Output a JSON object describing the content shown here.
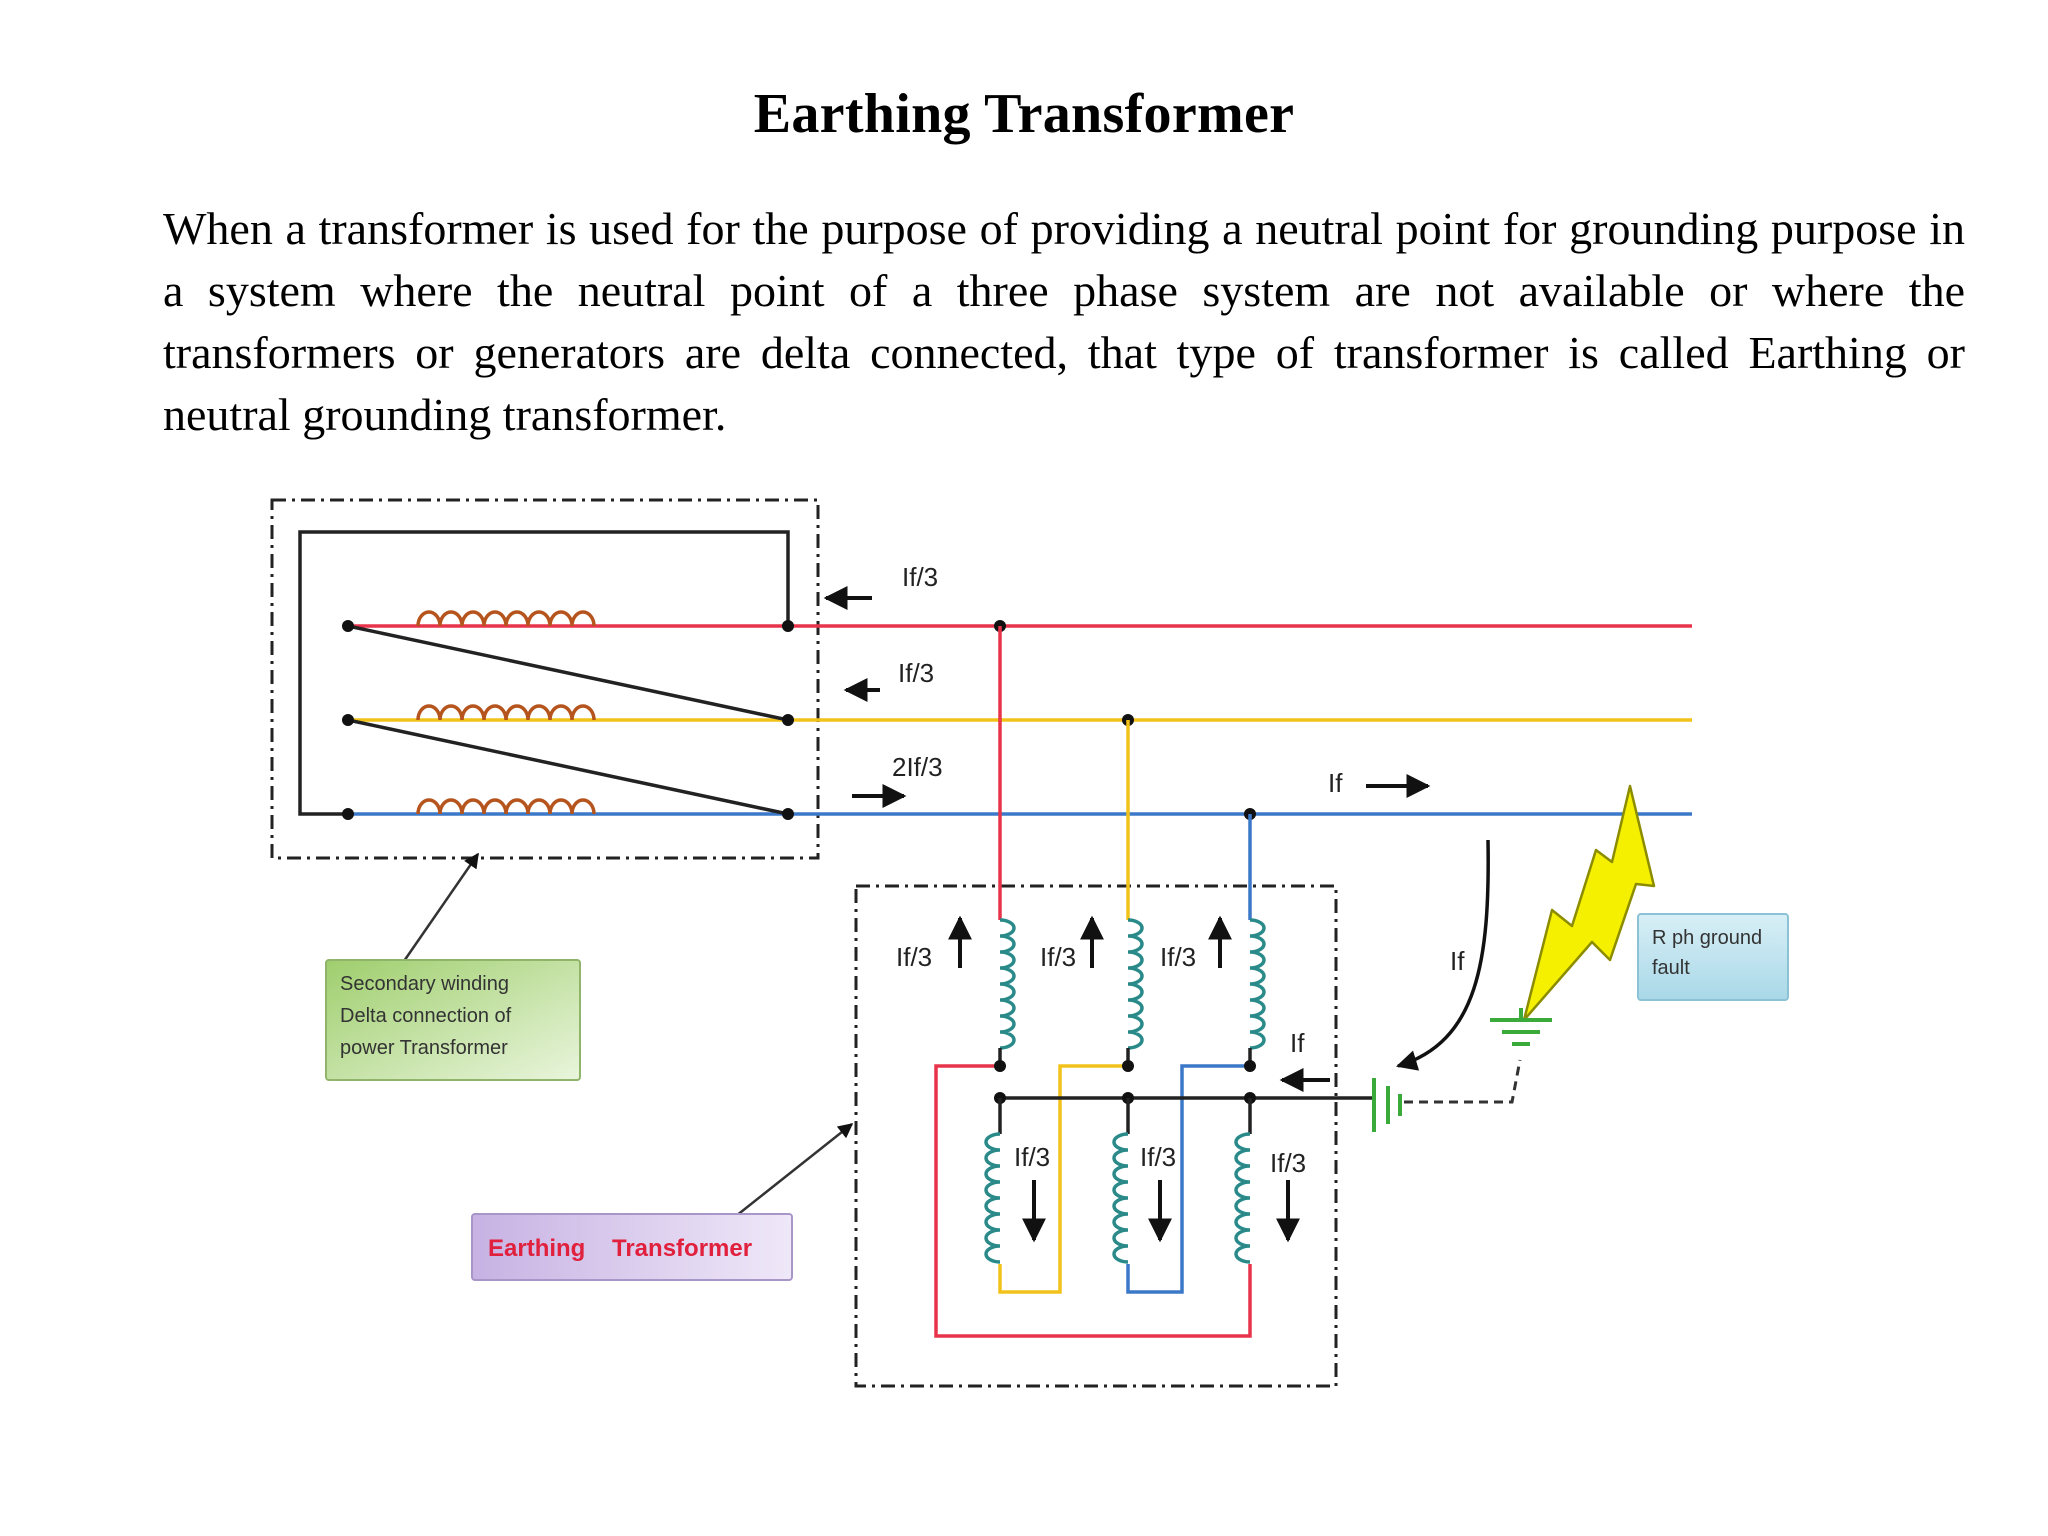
{
  "page": {
    "title": "Earthing Transformer",
    "paragraph": "When a transformer is used for the purpose of providing a neutral point for grounding purpose in a system where the neutral point of a three phase system are not available or where the transformers or generators are delta connected, that type of transformer is called Earthing or neutral grounding transformer."
  },
  "diagram": {
    "labels": {
      "i_red": "If/3",
      "i_yellow": "If/3",
      "i_blue": "2If/3",
      "i_fault_line": "If",
      "et_up_red": "If/3",
      "et_up_yellow": "If/3",
      "et_up_blue": "If/3",
      "et_down_1": "If/3",
      "et_down_2": "If/3",
      "et_down_3": "If/3",
      "i_neutral": "If",
      "i_ground_return": "If"
    },
    "callouts": {
      "secondary_winding": [
        "Secondary  winding",
        "Delta connection of",
        "power Transformer"
      ],
      "earthing_transformer": "Earthing    Transformer",
      "fault": [
        "R ph ground",
        "fault"
      ]
    },
    "colors": {
      "red_phase": "#e8344a",
      "yellow_phase": "#f2c21b",
      "blue_phase": "#3c78c8",
      "coil_brown": "#b5541c",
      "coil_teal": "#2a8a8a",
      "ground_green": "#3aaa3a",
      "lightning": "#f5f000",
      "callout_green": "#b9dc8e",
      "callout_purple": "#d8c8ec",
      "callout_blue": "#bfe3ef"
    },
    "icons": [
      "coil-icon",
      "arrow-icon",
      "lightning-icon",
      "ground-icon",
      "capacitor-icon"
    ]
  }
}
